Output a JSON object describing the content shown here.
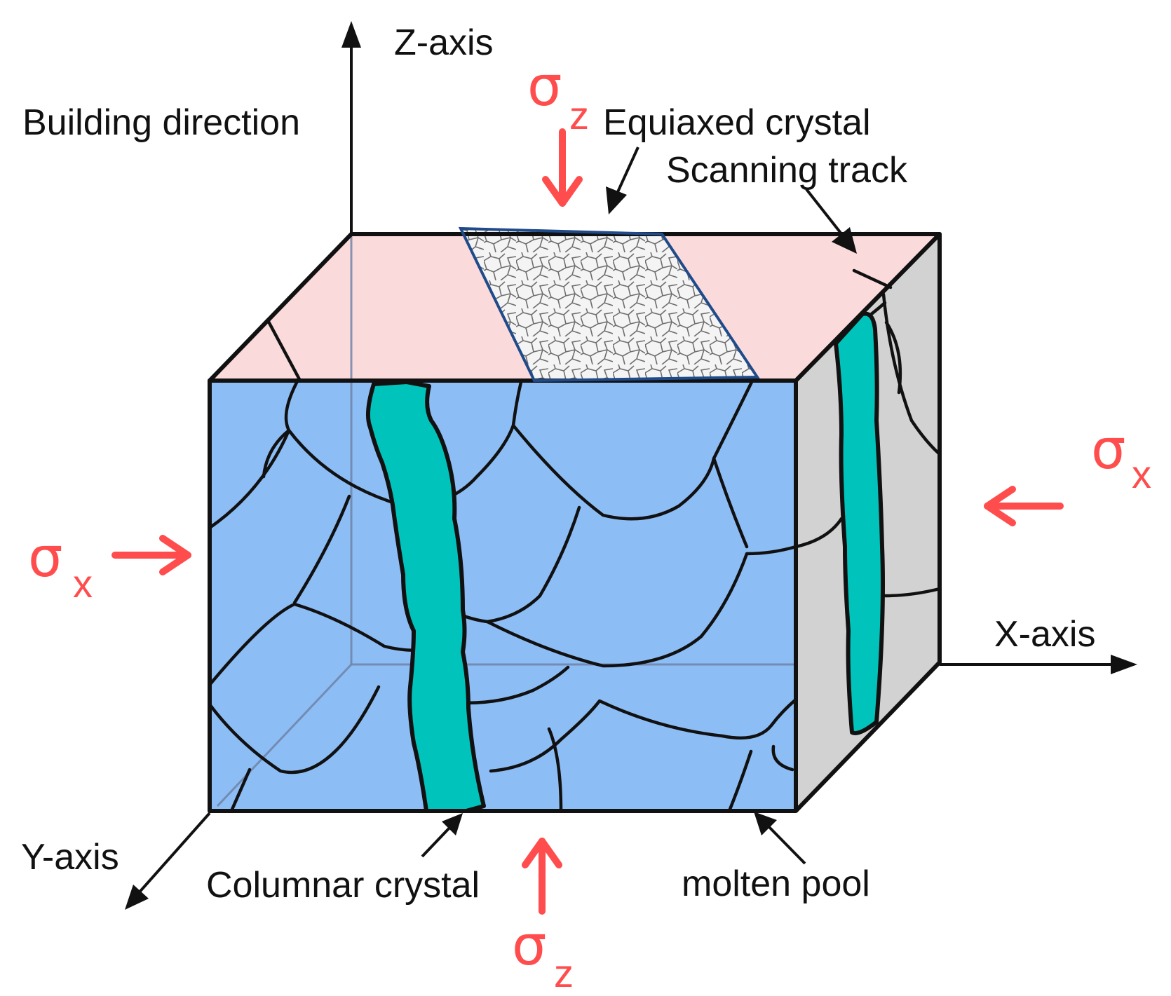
{
  "labels": {
    "z_axis": "Z-axis",
    "building_direction": "Building direction",
    "equiaxed_crystal": "Equiaxed crystal",
    "scanning_track": "Scanning track",
    "x_axis": "X-axis",
    "y_axis": "Y-axis",
    "columnar_crystal": "Columnar crystal",
    "molten_pool": "molten pool"
  },
  "stress": {
    "symbol": "σ",
    "x_subscript": "x",
    "z_subscript": "z"
  },
  "colors": {
    "front_face": "#8dbdf5",
    "top_face": "#fadadb",
    "side_face": "#d2d2d2",
    "columnar_crystal": "#00c4bb",
    "stress_arrow": "#ff4d4d",
    "scanning_track_border": "#1f4b8a"
  }
}
